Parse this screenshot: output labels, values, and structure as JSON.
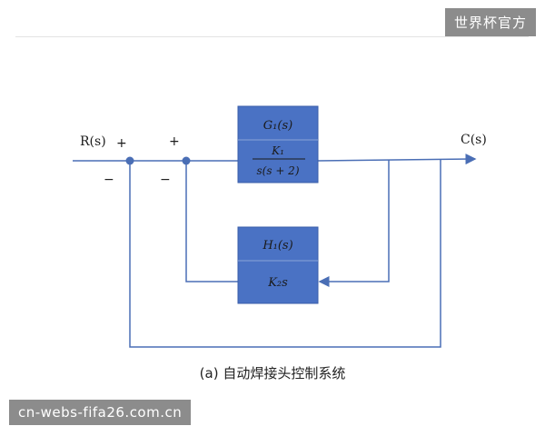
{
  "watermarks": {
    "top": "世界杯官方",
    "bottom": "cn-webs-fifa26.com.cn"
  },
  "colors": {
    "block_fill": "#4a72c4",
    "block_stroke": "#3a5ea8",
    "line": "#4a6eb5",
    "text": "#1a1a1a"
  },
  "labels": {
    "input": "R(s)",
    "output": "C(s)",
    "sum1_plus": "+",
    "sum1_minus": "−",
    "sum2_plus": "+",
    "sum2_minus": "−"
  },
  "forward_block": {
    "header": "G₁(s)",
    "numerator": "K₁",
    "denominator": "s(s + 2)"
  },
  "feedback_block": {
    "header": "H₁(s)",
    "body": "K₂s"
  },
  "caption": "(a) 自动焊接头控制系统"
}
